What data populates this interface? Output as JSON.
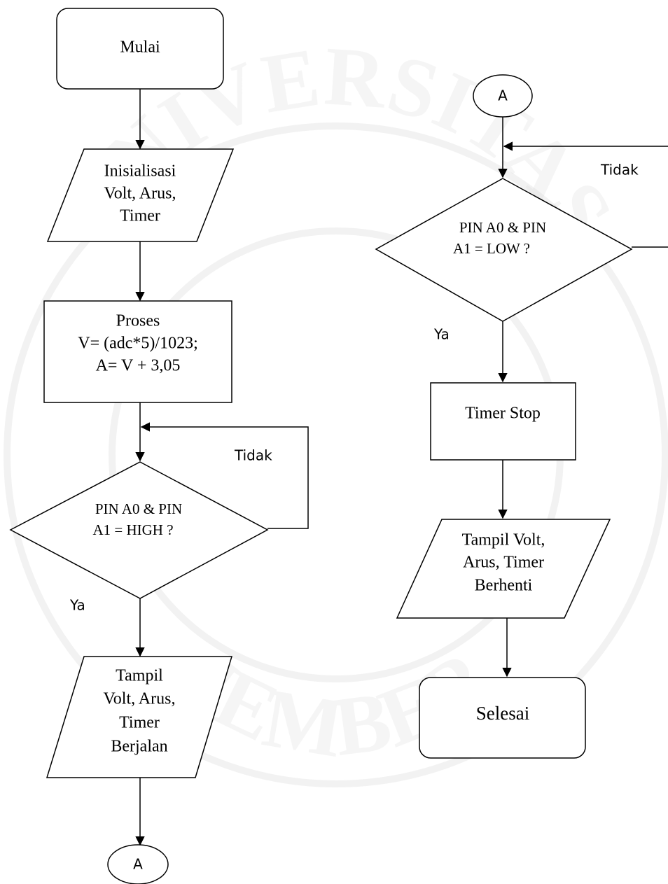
{
  "flowchart": {
    "left": {
      "start": "Mulai",
      "init": [
        "Inisialisasi",
        "Volt, Arus,",
        "Timer"
      ],
      "process": [
        "Proses",
        "V= (adc*5)/1023;",
        "A= V + 3,05"
      ],
      "decision": [
        "PIN A0 & PIN",
        "A1 = HIGH ?"
      ],
      "no_label": "Tidak",
      "yes_label": "Ya",
      "output": [
        "Tampil",
        "Volt, Arus,",
        "Timer",
        "Berjalan"
      ],
      "connector": "A"
    },
    "right": {
      "connector": "A",
      "decision": [
        "PIN A0 & PIN",
        "A1 = LOW ?"
      ],
      "no_label": "Tidak",
      "yes_label": "Ya",
      "process": "Timer Stop",
      "output": [
        "Tampil Volt,",
        "Arus, Timer",
        "Berhenti"
      ],
      "end": "Selesai"
    }
  },
  "watermark": {
    "top_text": "UNIVERSITAS",
    "bottom_text": "JEMBER"
  },
  "colors": {
    "line": "#000000",
    "watermark": "#d9d9d9"
  }
}
